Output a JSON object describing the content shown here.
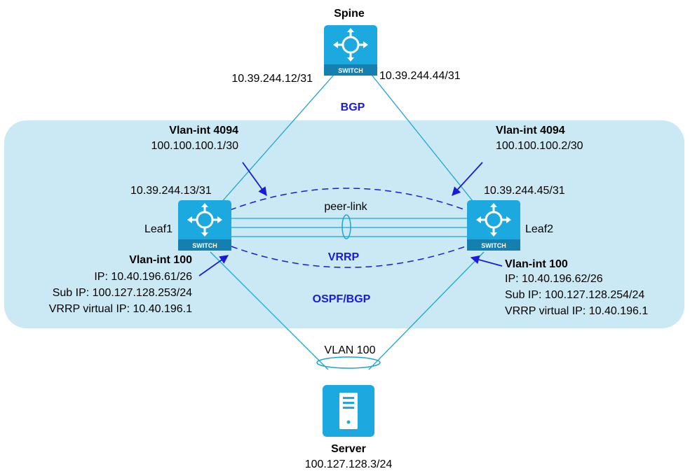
{
  "colors": {
    "zone_fill": "#cbe9f5",
    "link": "#1aa5d4",
    "device_fill": "#1ba9df",
    "annotation_blue": "#1a1adb"
  },
  "spine": {
    "name": "Spine",
    "icon_label": "SWITCH",
    "ip_left": "10.39.244.12/31",
    "ip_right": "10.39.244.44/31"
  },
  "protocols": {
    "bgp": "BGP",
    "vrrp": "VRRP",
    "ospf_bgp": "OSPF/BGP"
  },
  "peer_link": "peer-link",
  "leaf1": {
    "name": "Leaf1",
    "icon_label": "SWITCH",
    "uplink_ip": "10.39.244.13/31",
    "vlan4094_title": "Vlan-int 4094",
    "vlan4094_ip": "100.100.100.1/30",
    "vlan100_title": "Vlan-int 100",
    "vlan100_ip": "IP: 10.40.196.61/26",
    "vlan100_sub_ip": "Sub IP: 100.127.128.253/24",
    "vlan100_vrrp": "VRRP virtual IP: 10.40.196.1"
  },
  "leaf2": {
    "name": "Leaf2",
    "icon_label": "SWITCH",
    "uplink_ip": "10.39.244.45/31",
    "vlan4094_title": "Vlan-int 4094",
    "vlan4094_ip": "100.100.100.2/30",
    "vlan100_title": "Vlan-int 100",
    "vlan100_ip": "IP: 10.40.196.62/26",
    "vlan100_sub_ip": "Sub IP: 100.127.128.254/24",
    "vlan100_vrrp": "VRRP virtual IP: 10.40.196.1"
  },
  "server": {
    "name": "Server",
    "ip": "100.127.128.3/24",
    "vlan": "VLAN 100"
  }
}
